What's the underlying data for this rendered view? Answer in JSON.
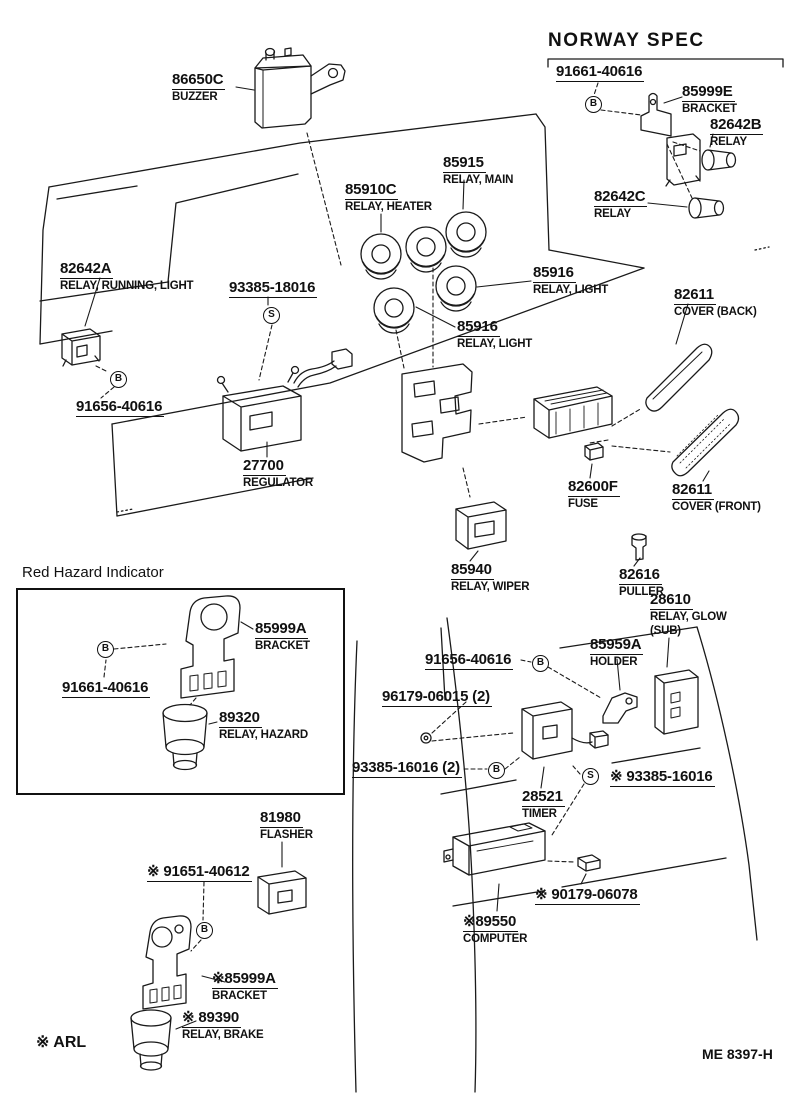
{
  "meta": {
    "norway_spec_title": "NORWAY SPEC",
    "red_hazard_title": "Red Hazard Indicator",
    "arl_note": "※ ARL",
    "doc_number": "ME 8397-H"
  },
  "symbols": {
    "b": "B",
    "s": "S"
  },
  "parts": {
    "buzzer": {
      "part": "86650C",
      "desc": "BUZZER"
    },
    "norway_bolt": {
      "part": "91661-40616"
    },
    "bracket_e": {
      "part": "85999E",
      "desc": "BRACKET"
    },
    "relay_82642b": {
      "part": "82642B",
      "desc": "RELAY"
    },
    "relay_82642c": {
      "part": "82642C",
      "desc": "RELAY"
    },
    "relay_main": {
      "part": "85915",
      "desc": "RELAY, MAIN"
    },
    "relay_heater": {
      "part": "85910C",
      "desc": "RELAY, HEATER"
    },
    "relay_light_right": {
      "part": "85916",
      "desc": "RELAY, LIGHT"
    },
    "relay_light_lower": {
      "part": "85916",
      "desc": "RELAY, LIGHT"
    },
    "relay_running": {
      "part": "82642A",
      "desc": "RELAY, RUNNING, LIGHT"
    },
    "screw_93385_18016": {
      "part": "93385-18016"
    },
    "bolt_91656_left": {
      "part": "91656-40616"
    },
    "regulator": {
      "part": "27700",
      "desc": "REGULATOR"
    },
    "cover_back": {
      "part": "82611",
      "desc": "COVER (BACK)"
    },
    "fuse": {
      "part": "82600F",
      "desc": "FUSE"
    },
    "cover_front": {
      "part": "82611",
      "desc": "COVER (FRONT)"
    },
    "relay_wiper": {
      "part": "85940",
      "desc": "RELAY, WIPER"
    },
    "puller": {
      "part": "82616",
      "desc": "PULLER"
    },
    "bracket_hazard": {
      "part": "85999A",
      "desc": "BRACKET"
    },
    "bolt_hazard": {
      "part": "91661-40616"
    },
    "relay_hazard": {
      "part": "89320",
      "desc": "RELAY, HAZARD"
    },
    "relay_glow": {
      "part": "28610",
      "desc": "RELAY, GLOW",
      "desc2": "(SUB)"
    },
    "holder": {
      "part": "85959A",
      "desc": "HOLDER"
    },
    "bolt_91656_right": {
      "part": "91656-40616"
    },
    "screw_96179": {
      "part": "96179-06015 (2)"
    },
    "screw_93385_16016_2": {
      "part": "93385-16016 (2)"
    },
    "screw_93385_16016": {
      "part": "※ 93385-16016"
    },
    "timer": {
      "part": "28521",
      "desc": "TIMER"
    },
    "flasher": {
      "part": "81980",
      "desc": "FLASHER"
    },
    "bolt_91651": {
      "part": "※ 91651-40612"
    },
    "bracket_arl": {
      "part": "※85999A",
      "desc": "BRACKET"
    },
    "relay_brake": {
      "part": "※ 89390",
      "desc": "RELAY, BRAKE"
    },
    "screw_90179": {
      "part": "※ 90179-06078"
    },
    "computer": {
      "part": "※89550",
      "desc": "COMPUTER"
    }
  }
}
